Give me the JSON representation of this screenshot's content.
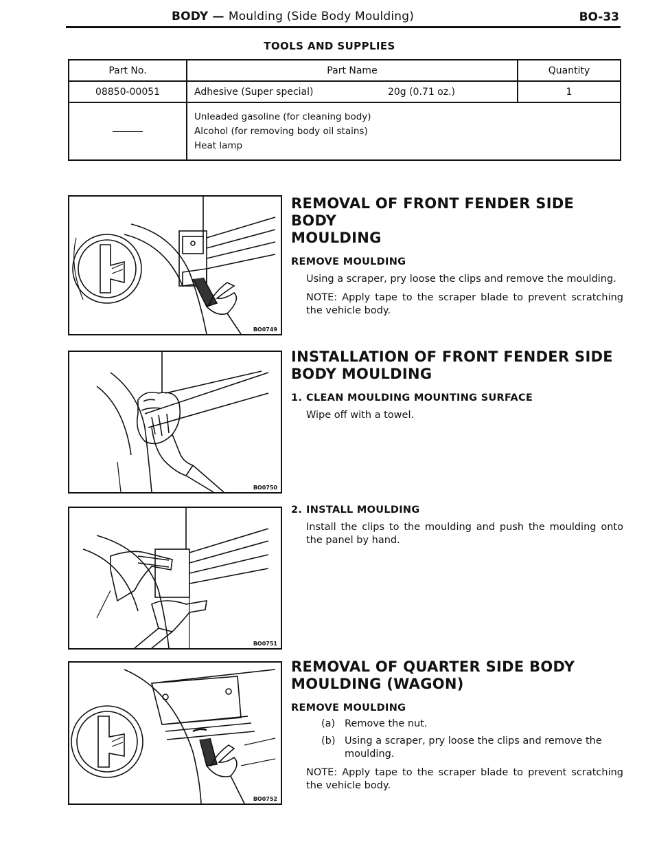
{
  "header": {
    "section": "BODY",
    "dash": " — ",
    "subtitle": "Moulding (Side Body Moulding)",
    "page_number": "BO-33"
  },
  "tools": {
    "title": "TOOLS AND SUPPLIES",
    "columns": [
      "Part No.",
      "Part Name",
      "Quantity"
    ],
    "rows": [
      {
        "part_no": "08850-00051",
        "part_name": "Adhesive (Super special)",
        "spec": "20g (0.71 oz.)",
        "quantity": "1"
      }
    ],
    "supplies": [
      "Unleaded gasoline (for cleaning body)",
      "Alcohol (for removing body oil stains)",
      "Heat lamp"
    ]
  },
  "figures": [
    "BO0749",
    "BO0750",
    "BO0751",
    "BO0752"
  ],
  "sections": {
    "removal_front": {
      "title_line1": "REMOVAL OF FRONT FENDER SIDE BODY",
      "title_line2": "MOULDING",
      "step": "REMOVE MOULDING",
      "text": "Using a scraper, pry loose the clips and remove the moulding.",
      "note": "NOTE:  Apply tape to the scraper blade to prevent scratching the vehicle body."
    },
    "install_front": {
      "title_line1": "INSTALLATION OF FRONT FENDER SIDE",
      "title_line2": "BODY MOULDING",
      "step1_num": "1.",
      "step1": "CLEAN MOULDING MOUNTING SURFACE",
      "step1_text": "Wipe off with a towel.",
      "step2_num": "2.",
      "step2": "INSTALL MOULDING",
      "step2_text": "Install the clips to the moulding and push the moulding onto the panel by hand."
    },
    "removal_quarter": {
      "title_line1": "REMOVAL OF QUARTER SIDE BODY",
      "title_line2": "MOULDING (WAGON)",
      "step": "REMOVE MOULDING",
      "item_a_label": "(a)",
      "item_a": "Remove the nut.",
      "item_b_label": "(b)",
      "item_b": "Using a scraper, pry loose the clips and remove the moulding.",
      "note": "NOTE:  Apply tape to the scraper blade to prevent scratching the vehicle body."
    }
  }
}
